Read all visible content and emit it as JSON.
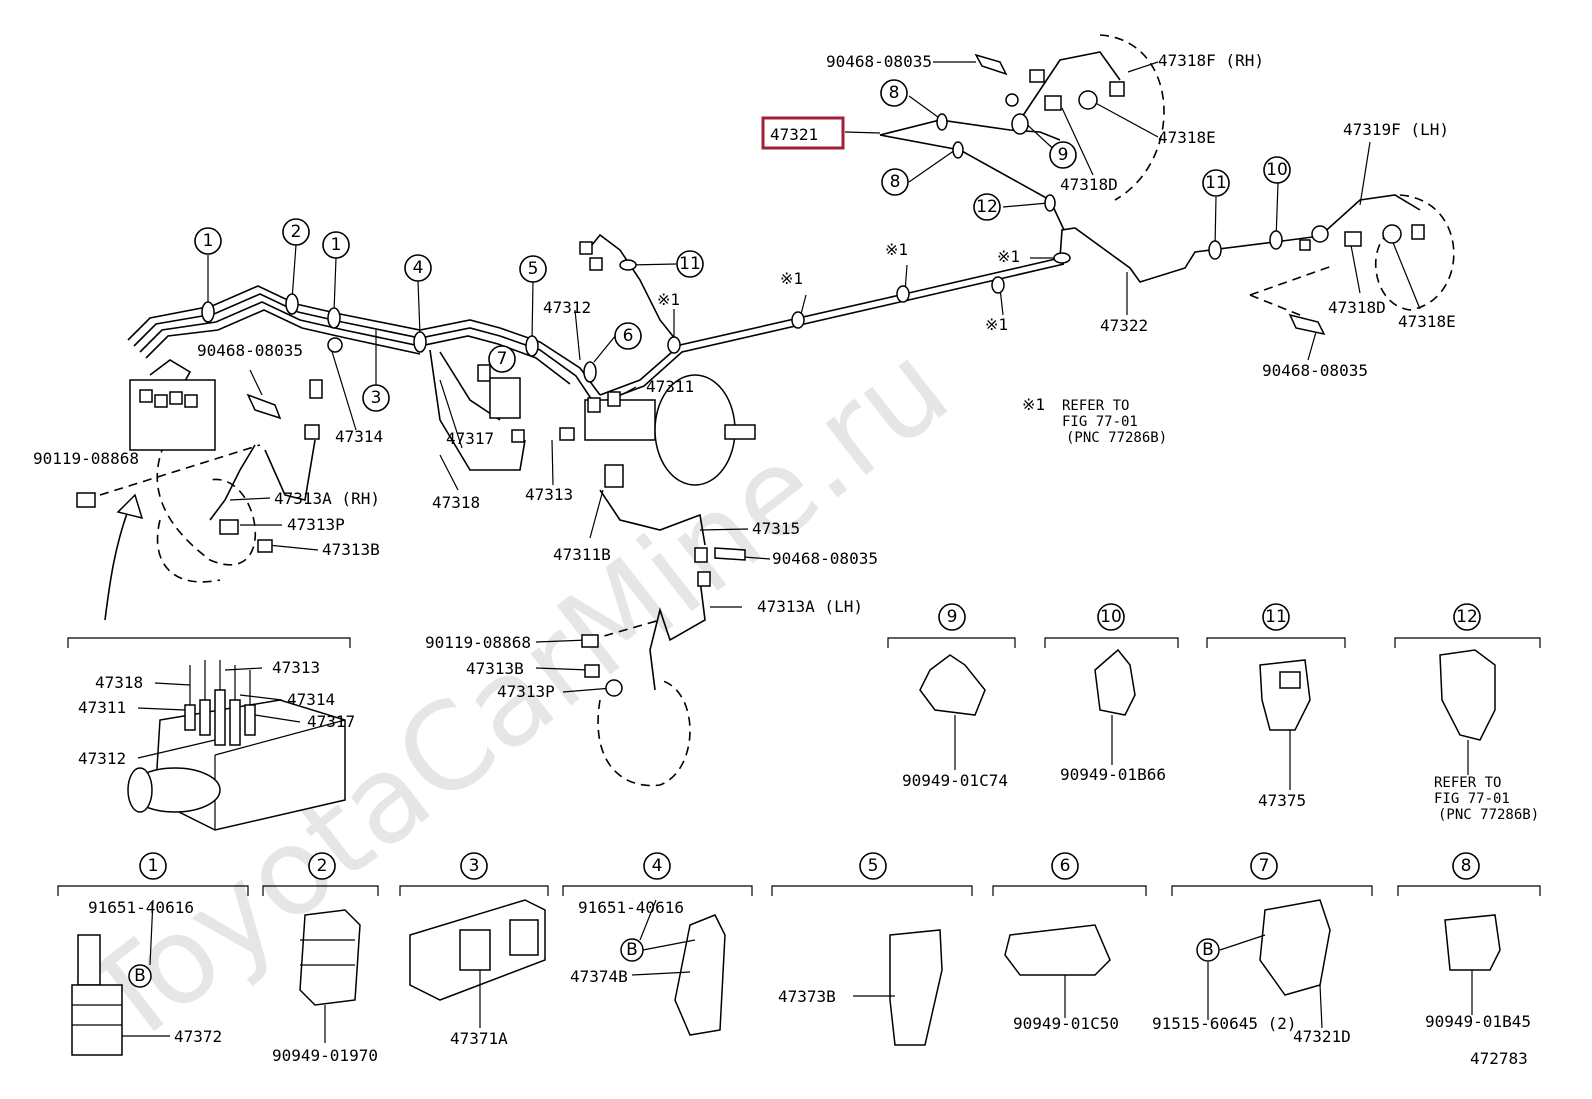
{
  "watermark": "ToyotaCarMine.ru",
  "diagram_number": "472783",
  "highlighted_part": "47321",
  "labels": {
    "p90468_top": "90468-08035",
    "p47318F": "47318F (RH)",
    "p47318E_top": "47318E",
    "p47318D_top": "47318D",
    "p47319F": "47319F (LH)",
    "p47322": "47322",
    "p47318D_right": "47318D",
    "p47318E_right": "47318E",
    "p90468_right": "90468-08035",
    "p90468_left": "90468-08035",
    "p47314": "47314",
    "p47317": "47317",
    "p47318": "47318",
    "p47312": "47312",
    "p47313": "47313",
    "p47311": "47311",
    "p47311B": "47311B",
    "p47315": "47315",
    "p90468_mid": "90468-08035",
    "p90119_left": "90119-08868",
    "p47313A_RH": "47313A (RH)",
    "p47313P_left": "47313P",
    "p47313B_left": "47313B",
    "p47313A_LH": "47313A (LH)",
    "p90119_mid": "90119-08868",
    "p47313B_mid": "47313B",
    "p47313P_mid": "47313P",
    "inset_47318": "47318",
    "inset_47313": "47313",
    "inset_47311": "47311",
    "inset_47314": "47314",
    "inset_47317": "47317",
    "inset_47312": "47312",
    "refer_mark": "※1",
    "refer_line1": "REFER TO",
    "refer_line2": "FIG 77-01",
    "refer_line3": "(PNC 77286B)",
    "d9_part": "90949-01C74",
    "d10_part": "90949-01B66",
    "d11_part": "47375",
    "d12_line1": "REFER TO",
    "d12_line2": "FIG 77-01",
    "d12_line3": "(PNC 77286B)",
    "d1_part_a": "91651-40616",
    "d1_part_b": "47372",
    "d2_part": "90949-01970",
    "d3_part": "47371A",
    "d4_part_a": "91651-40616",
    "d4_part_b": "47374B",
    "d5_part": "47373B",
    "d6_part": "90949-01C50",
    "d7_part_a": "91515-60645 (2)",
    "d7_part_b": "47321D",
    "d8_part": "90949-01B45",
    "b_mark": "B"
  },
  "callouts": {
    "n1": "1",
    "n2": "2",
    "n3": "3",
    "n4": "4",
    "n5": "5",
    "n6": "6",
    "n7": "7",
    "n8": "8",
    "n9": "9",
    "n10": "10",
    "n11": "11",
    "n12": "12",
    "star1": "※1"
  }
}
